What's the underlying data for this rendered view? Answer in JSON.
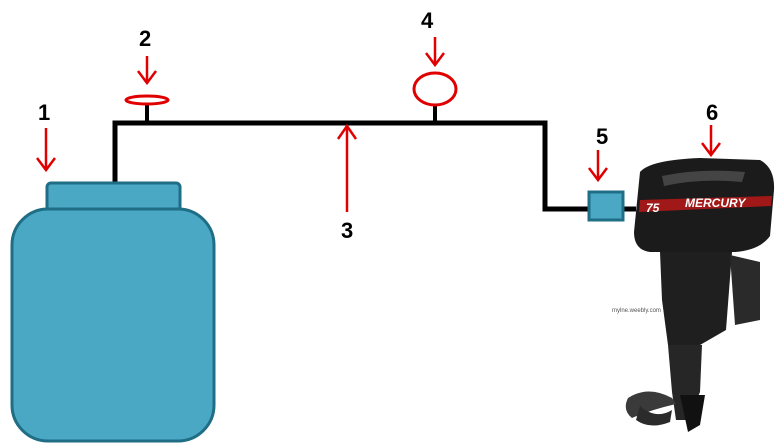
{
  "colors": {
    "line": "#000000",
    "tank": "#4aa8c4",
    "tank_stroke": "#1f6e86",
    "arrow": "#e00000",
    "motor_body": "#1b1b1b",
    "motor_accent": "#b01818"
  },
  "labels": {
    "tank": "1",
    "primer_valve": "2",
    "fuel_line": "3",
    "filter_bulb": "4",
    "connector": "5",
    "outboard_motor": "6"
  },
  "motor": {
    "brand": "MERCURY",
    "hp": "75",
    "watermark": "mylne.weebly.com"
  }
}
